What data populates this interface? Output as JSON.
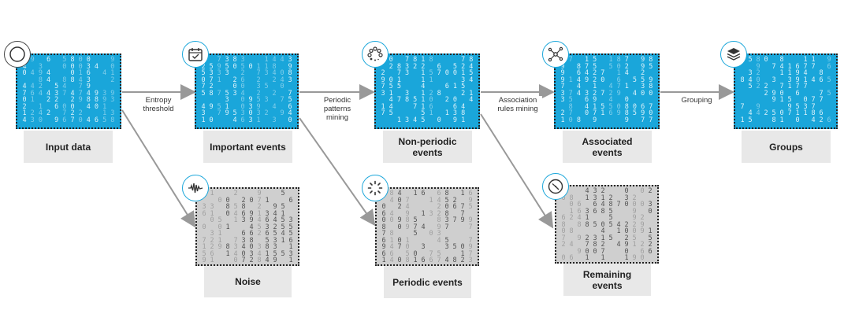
{
  "nodes": {
    "input": {
      "label": "Input data",
      "icon": "circle-icon"
    },
    "important": {
      "label": "Important events",
      "icon": "calendar-check-icon"
    },
    "nonperiodic": {
      "label": "Non-periodic events",
      "icon": "dots-circle-icon"
    },
    "associated": {
      "label": "Associated events",
      "icon": "network-icon"
    },
    "groups": {
      "label": "Groups",
      "icon": "layers-icon"
    },
    "noise": {
      "label": "Noise",
      "icon": "waveform-icon"
    },
    "periodic": {
      "label": "Periodic events",
      "icon": "spinner-icon"
    },
    "remaining": {
      "label": "Remaining events",
      "icon": "clock-icon"
    }
  },
  "edges": {
    "entropy": "Entropy threshold",
    "periodic_mining": "Periodic patterns mining",
    "association": "Association rules mining",
    "grouping": "Grouping"
  },
  "colors": {
    "accent": "#1aa6da",
    "gray_tile": "#cfcfcf",
    "label_bg": "#e8e8e8",
    "arrow": "#999999"
  }
}
